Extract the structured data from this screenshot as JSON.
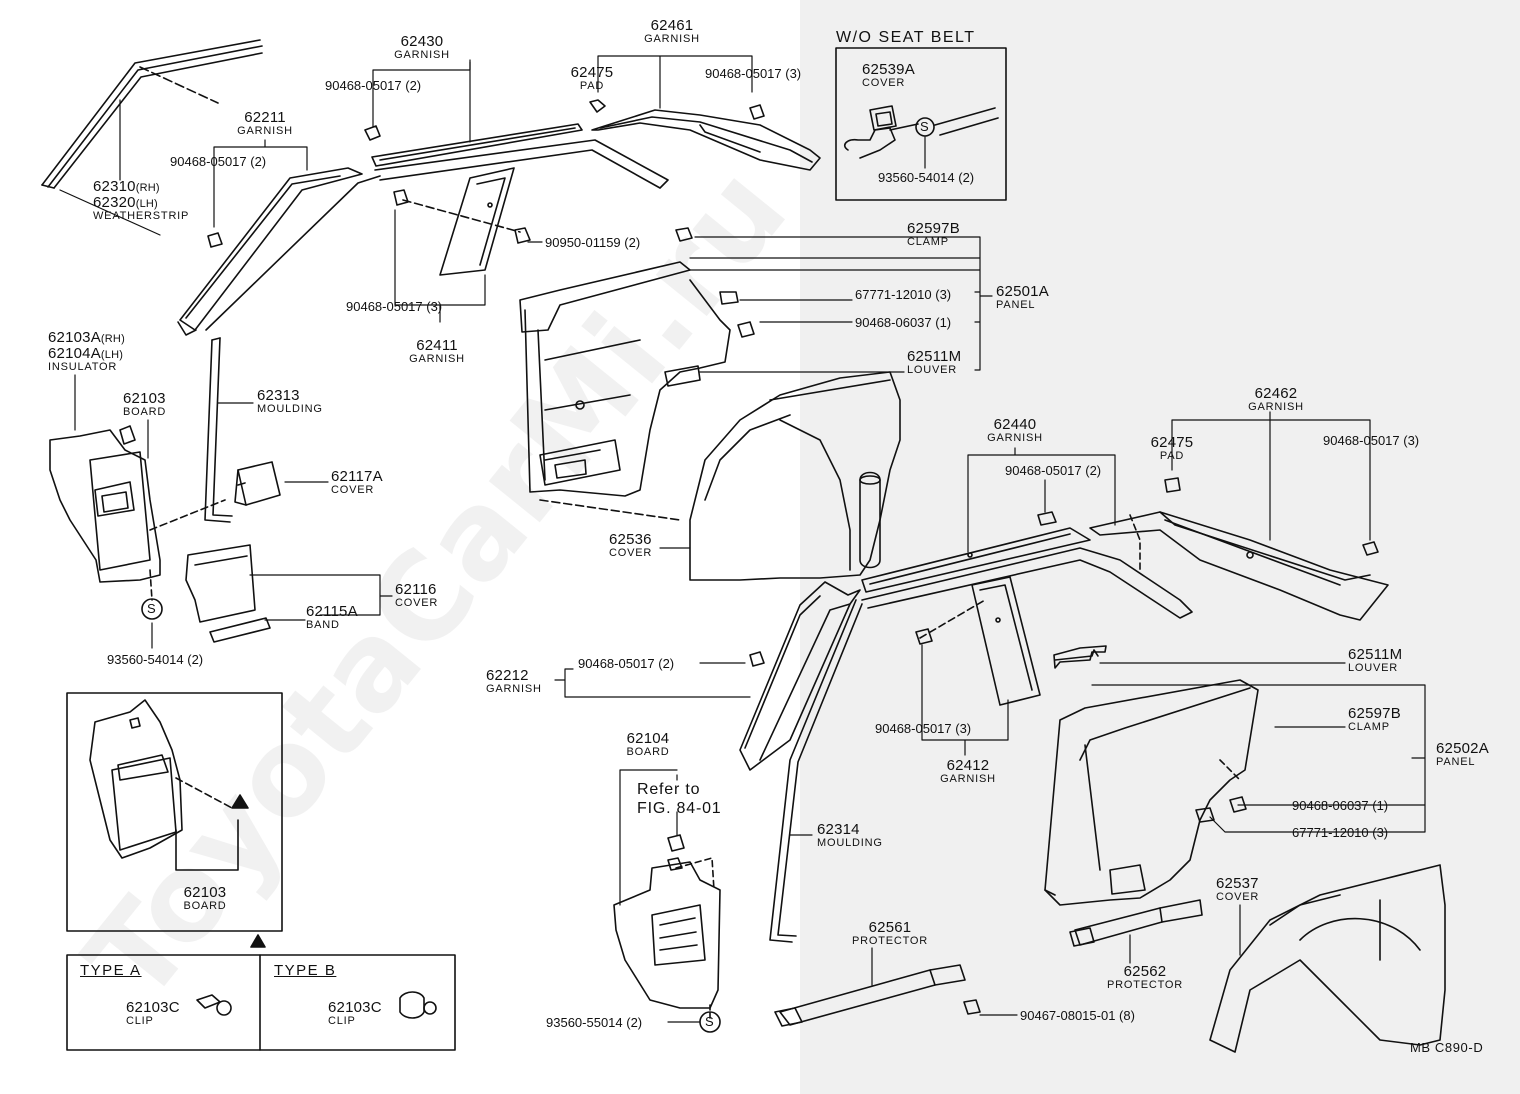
{
  "watermark": "ToyotaCarMi.ru",
  "figure_code": "MB  C890-D",
  "refer": {
    "line1": "Refer to",
    "line2": "FIG. 84-01"
  },
  "wo_seat_belt": {
    "title": "W/O SEAT BELT",
    "cover": {
      "number": "62539A",
      "name": "COVER"
    },
    "screw": "93560-54014 (2)",
    "symbol": "S"
  },
  "type_table": {
    "type_a": {
      "title": "TYPE A",
      "number": "62103C",
      "name": "CLIP"
    },
    "type_b": {
      "title": "TYPE B",
      "number": "62103C",
      "name": "CLIP"
    }
  },
  "inset_board": {
    "number": "62103",
    "name": "BOARD"
  },
  "parts": {
    "p62430": {
      "number": "62430",
      "name": "GARNISH"
    },
    "p62461": {
      "number": "62461",
      "name": "GARNISH"
    },
    "p62475a": {
      "number": "62475",
      "name": "PAD"
    },
    "p62211": {
      "number": "62211",
      "name": "GARNISH"
    },
    "p62310": {
      "number": "62310",
      "suffix": "(RH)"
    },
    "p62320": {
      "number": "62320",
      "suffix": "(LH)",
      "name": "WEATHERSTRIP"
    },
    "p62597b_a": {
      "number": "62597B",
      "name": "CLAMP"
    },
    "p62501a": {
      "number": "62501A",
      "name": "PANEL"
    },
    "p62511m_a": {
      "number": "62511M",
      "name": "LOUVER"
    },
    "p62411": {
      "number": "62411",
      "name": "GARNISH"
    },
    "p62103a": {
      "number": "62103A",
      "suffix": "(RH)"
    },
    "p62104a": {
      "number": "62104A",
      "suffix": "(LH)",
      "name": "INSULATOR"
    },
    "p62103": {
      "number": "62103",
      "name": "BOARD"
    },
    "p62313": {
      "number": "62313",
      "name": "MOULDING"
    },
    "p62117a": {
      "number": "62117A",
      "name": "COVER"
    },
    "p62116": {
      "number": "62116",
      "name": "COVER"
    },
    "p62115a": {
      "number": "62115A",
      "name": "BAND"
    },
    "p62536": {
      "number": "62536",
      "name": "COVER"
    },
    "p62440": {
      "number": "62440",
      "name": "GARNISH"
    },
    "p62462": {
      "number": "62462",
      "name": "GARNISH"
    },
    "p62475b": {
      "number": "62475",
      "name": "PAD"
    },
    "p62212": {
      "number": "62212",
      "name": "GARNISH"
    },
    "p62104": {
      "number": "62104",
      "name": "BOARD"
    },
    "p62412": {
      "number": "62412",
      "name": "GARNISH"
    },
    "p62511m_b": {
      "number": "62511M",
      "name": "LOUVER"
    },
    "p62597b_b": {
      "number": "62597B",
      "name": "CLAMP"
    },
    "p62502a": {
      "number": "62502A",
      "name": "PANEL"
    },
    "p62314": {
      "number": "62314",
      "name": "MOULDING"
    },
    "p62537": {
      "number": "62537",
      "name": "COVER"
    },
    "p62561": {
      "number": "62561",
      "name": "PROTECTOR"
    },
    "p62562": {
      "number": "62562",
      "name": "PROTECTOR"
    }
  },
  "hardware": {
    "h1": "90468-05017 (2)",
    "h2": "90468-05017 (3)",
    "h3": "90468-05017 (2)",
    "h4": "90950-01159 (2)",
    "h5": "90468-05017 (3)",
    "h6": "67771-12010 (3)",
    "h7": "90468-06037 (1)",
    "h8": "93560-54014 (2)",
    "h9": "90468-05017 (2)",
    "h10": "90468-05017 (3)",
    "h11": "90468-05017 (2)",
    "h12": "90468-05017 (3)",
    "h13": "90468-06037 (1)",
    "h14": "67771-12010 (3)",
    "h15": "93560-55014 (2)",
    "h16": "90467-08015-01 (8)"
  },
  "symbols": {
    "s1": "S",
    "s2": "S"
  }
}
